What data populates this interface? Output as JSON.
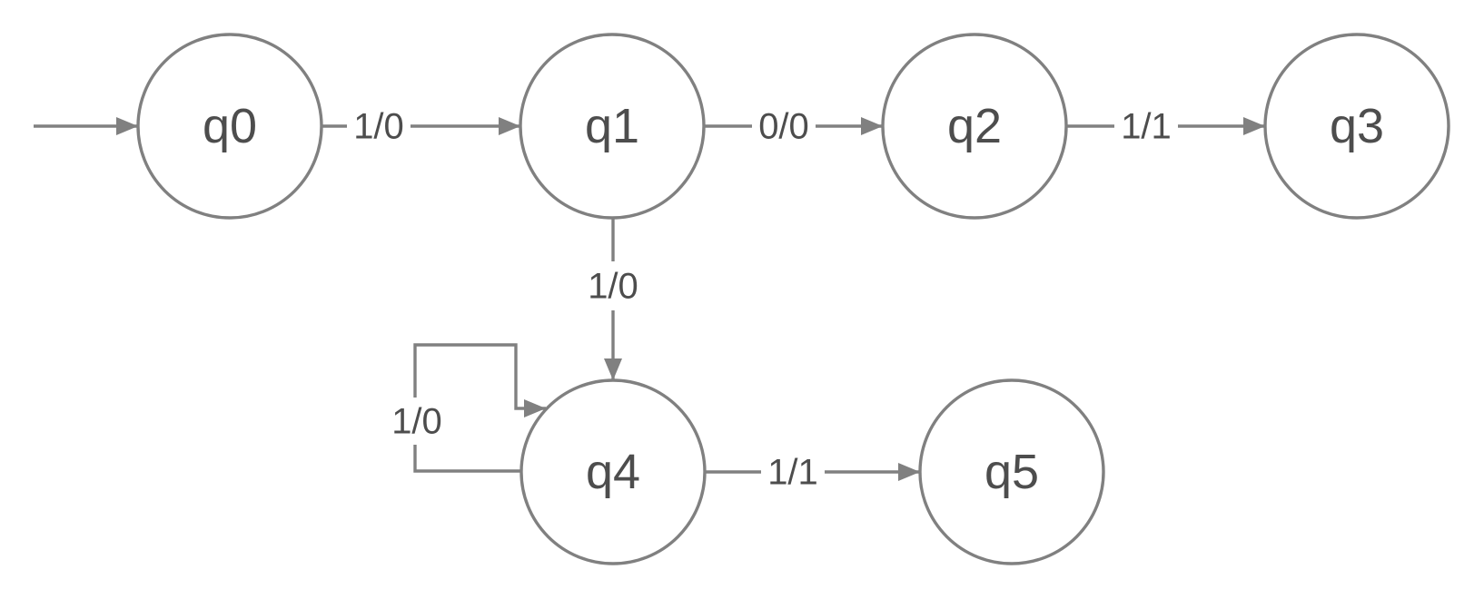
{
  "diagram": {
    "type": "state-machine",
    "colors": {
      "stroke": "#808080",
      "arrowhead": "#808080",
      "label_text": "#4d4d4d",
      "node_fill": "#ffffff",
      "background": "#ffffff"
    },
    "states": [
      {
        "id": "q0",
        "label": "q0"
      },
      {
        "id": "q1",
        "label": "q1"
      },
      {
        "id": "q2",
        "label": "q2"
      },
      {
        "id": "q3",
        "label": "q3"
      },
      {
        "id": "q4",
        "label": "q4"
      },
      {
        "id": "q5",
        "label": "q5"
      }
    ],
    "transitions": [
      {
        "from": "start",
        "to": "q0",
        "label": ""
      },
      {
        "from": "q0",
        "to": "q1",
        "label": "1/0"
      },
      {
        "from": "q1",
        "to": "q2",
        "label": "0/0"
      },
      {
        "from": "q2",
        "to": "q3",
        "label": "1/1"
      },
      {
        "from": "q1",
        "to": "q4",
        "label": "1/0"
      },
      {
        "from": "q4",
        "to": "q4",
        "label": "1/0"
      },
      {
        "from": "q4",
        "to": "q5",
        "label": "1/1"
      }
    ]
  }
}
